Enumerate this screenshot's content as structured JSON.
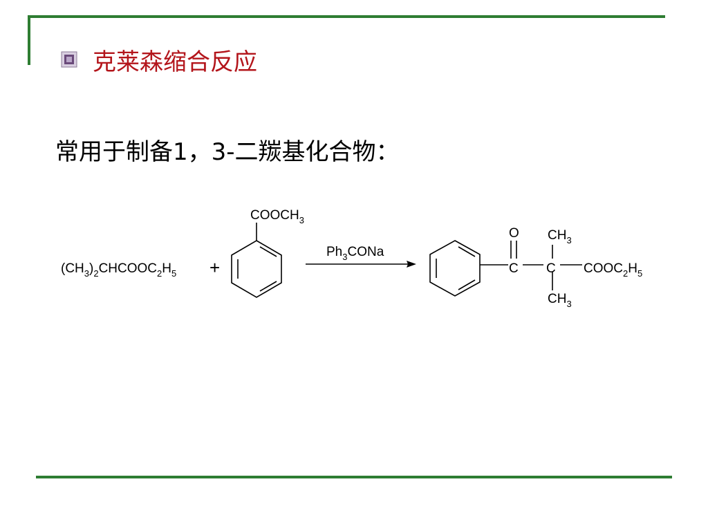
{
  "slide": {
    "title": "克莱森缩合反应",
    "intro_text": "常用于制备1，3-二羰基化合物："
  },
  "reaction": {
    "reactant1": {
      "main": "(CH",
      "s1": "3",
      "mid": ")",
      "s2": "2",
      "rest": "CHCOOC",
      "s3": "2",
      "h": "H",
      "s4": "5"
    },
    "plus": "+",
    "reactant2_substituent": {
      "main": "COOCH",
      "sub": "3"
    },
    "reagent": {
      "ph": "Ph",
      "sub": "3",
      "rest": "CONa"
    },
    "product": {
      "carbonyl_o": "O",
      "carbon1": "C",
      "carbon2": "C",
      "methyl_top": {
        "main": "CH",
        "sub": "3"
      },
      "methyl_bottom": {
        "main": "CH",
        "sub": "3"
      },
      "ester": {
        "main": "COOC",
        "s1": "2",
        "h": "H",
        "s2": "5"
      }
    }
  },
  "colors": {
    "frame": "#2e7d32",
    "title": "#b3151b",
    "bullet": "#6a4a7a"
  }
}
